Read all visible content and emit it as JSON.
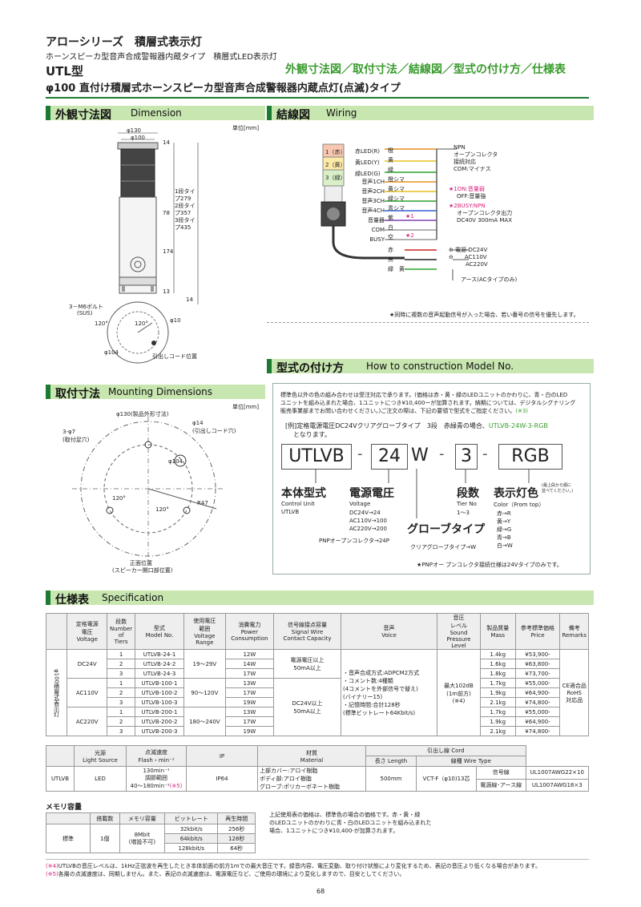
{
  "header": {
    "series": "アローシリーズ　積層式表示灯",
    "subtitle": "ホーンスピーカ型音声合成警報器内蔵タイプ　積層式LED表示灯",
    "type": "UTL型",
    "product": "φ100 直付け積層式ホーンスピーカ型音声合成警報器内蔵点灯(点滅)タイプ",
    "nav": "外観寸法図／取付寸法／結線図／型式の付け方／仕様表"
  },
  "sections": {
    "dimension": {
      "jp": "外観寸法図",
      "en": "Dimension"
    },
    "wiring": {
      "jp": "結線図",
      "en": "Wiring"
    },
    "mounting": {
      "jp": "取付寸法",
      "en": "Mounting Dimensions"
    },
    "model": {
      "jp": "型式の付け方",
      "en": "How to construction Model No."
    },
    "spec": {
      "jp": "仕様表",
      "en": "Specification"
    }
  },
  "dimension": {
    "unit": "単位[mm]",
    "d130": "φ130",
    "d100": "φ100",
    "h14": "14",
    "h78": "78",
    "h174": "174",
    "h13": "13",
    "h14b": "14",
    "heights": [
      "1段タイプ279",
      "2段タイプ357",
      "3段タイプ435"
    ],
    "bolt": "3－M6ボルト",
    "bolt_mat": "(SUS)",
    "a120": "120°",
    "a120b": "120°",
    "d10": "φ10",
    "d104": "φ104",
    "cord": "引出しコード位置"
  },
  "mounting": {
    "unit": "単位[mm]",
    "d130": "φ130(製品外形寸法)",
    "hole": "3-φ7",
    "hole_sub": "(取付足穴)",
    "d14": "φ14",
    "d14_sub": "(引出しコード穴)",
    "d104": "φ104",
    "r47": "R47",
    "a120": "120°",
    "a120b": "120°",
    "front": "正面位置",
    "front_sub": "(スピーカー開口部位置)"
  },
  "wiring": {
    "leds": [
      "赤LED(R)",
      "黄LED(Y)",
      "緑LED(G)"
    ],
    "tiers": [
      "1（赤）",
      "2（黄）",
      "3（緑）"
    ],
    "voice": [
      "音声1CH",
      "音声2CH",
      "音声3CH",
      "音声4CH",
      "音量器",
      "COM",
      "BUSY"
    ],
    "wires": [
      "橙",
      "黄",
      "緑",
      "橙シマ",
      "黄シマ",
      "緑シマ",
      "青シマ",
      "紫",
      "白",
      "空"
    ],
    "star1": "★1",
    "star2": "★2",
    "npn": [
      "NPN",
      "オープンコレクタ",
      "接続対応",
      "COM:マイナス"
    ],
    "note1": [
      "★1ON:音量弱",
      "OFF:音量強"
    ],
    "note2": [
      "★2BUSY:NPN",
      "オープンコレクタ出力",
      "DC40V 300mA MAX"
    ],
    "power_wires": [
      "赤",
      "黒",
      "緑　黄"
    ],
    "power": [
      "⊕ 電源 DC24V",
      "⊖　　AC110V",
      "　　　AC220V"
    ],
    "earth": "アース(ACタイプのみ)",
    "footnote": "★同時に複数の音声起動信号が入った場合、若い番号の信号を優先します。"
  },
  "model": {
    "intro": [
      "標準色以外の色の組み合わせは受注対応で承ります。(価格は赤・黄・緑のLEDユニットのかわりに、青・白のLED",
      "ユニットを組み込まれた場合、1ユニットにつき¥10,400ーが加算されます。納期については、デジタルシグナリング",
      "販売事業部までお問い合わせください。)ご注文の際は、下記の要領で型式をご指定ください。"
    ],
    "intro_ref": "(※3)",
    "example": "[例]定格電源電圧DC24Vクリアグローブタイプ　3段　赤緑青の場合、",
    "example_code": "UTLVB-24W-3-RGB",
    "example_end": "となります。",
    "codes": [
      "UTLVB",
      "24",
      "W",
      "3",
      "RGB"
    ],
    "dashes": [
      "-",
      "-",
      "-"
    ],
    "body": {
      "jp": "本体型式",
      "en": "Control Unit",
      "val": "UTLVB"
    },
    "voltage": {
      "jp": "電源電圧",
      "en": "Voltage",
      "vals": [
        "DC24V→24",
        "AC110V→100",
        "AC220V→200"
      ],
      "pnp": "PNPオープンコレクタ→24P"
    },
    "globe": {
      "jp": "グローブタイプ",
      "val": "クリアグローブタイプ→W"
    },
    "tier": {
      "jp": "段数",
      "en": "Tier No",
      "val": "1～3"
    },
    "color": {
      "jp": "表示灯色",
      "en": "Color（From top）",
      "note": [
        "(最上段から順に",
        "並べてください。)"
      ],
      "vals": [
        "赤→R",
        "黄→Y",
        "緑→G",
        "青→B",
        "白→W"
      ]
    },
    "pnp_note": "★PNPオー プンコレクタ接続仕様は24Vタイプのみです。"
  },
  "spec": {
    "headers": [
      [
        "定格電源",
        "電圧",
        "Voltage"
      ],
      [
        "段数",
        "Number",
        "of",
        "Tiers"
      ],
      [
        "型式",
        "",
        "Model No."
      ],
      [
        "使用電圧",
        "範囲",
        "Voltage",
        "Range"
      ],
      [
        "消費電力",
        "",
        "Power",
        "Consumption"
      ],
      [
        "信号線接点容量",
        "",
        "Signal Wire",
        "Contact Capacity"
      ],
      [
        "音声",
        "",
        "Voice"
      ],
      [
        "音圧",
        "レベル",
        "Sound",
        "Pressure",
        "Level"
      ],
      [
        "製品質量",
        "",
        "Mass"
      ],
      [
        "参考標準価格",
        "",
        "Price"
      ],
      [
        "備考",
        "",
        "Remarks"
      ]
    ],
    "side_label": "φ100積層式表示灯",
    "groups": [
      {
        "voltage": "DC24V",
        "range": "19～29V",
        "rows": [
          [
            "1",
            "UTLVB-24-1",
            "12W",
            "1.4kg",
            "¥53,900-"
          ],
          [
            "2",
            "UTLVB-24-2",
            "14W",
            "1.6kg",
            "¥63,800-"
          ],
          [
            "3",
            "UTLVB-24-3",
            "17W",
            "1.8kg",
            "¥73,700-"
          ]
        ]
      },
      {
        "voltage": "AC110V",
        "range": "90～120V",
        "rows": [
          [
            "1",
            "UTLVB-100-1",
            "13W",
            "1.7kg",
            "¥55,000-"
          ],
          [
            "2",
            "UTLVB-100-2",
            "17W",
            "1.9kg",
            "¥64,900-"
          ],
          [
            "3",
            "UTLVB-100-3",
            "19W",
            "2.1kg",
            "¥74,800-"
          ]
        ]
      },
      {
        "voltage": "AC220V",
        "range": "180～240V",
        "rows": [
          [
            "1",
            "UTLVB-200-1",
            "13W",
            "1.7kg",
            "¥55,000-"
          ],
          [
            "2",
            "UTLVB-200-2",
            "17W",
            "1.9kg",
            "¥64,900-"
          ],
          [
            "3",
            "UTLVB-200-3",
            "19W",
            "2.1kg",
            "¥74,800-"
          ]
        ]
      }
    ],
    "contact1": [
      "電源電圧以上",
      "50mA以上"
    ],
    "contact2": [
      "DC24V以上",
      "50mA以上"
    ],
    "voice": [
      "・音声合成方式:ADPCM2方式",
      "・コメント数:4種類",
      "(4コメントを外部信号で替え)",
      "(バイナリー15)",
      "・記憶時間:合計128秒",
      "(標準ビットレート64Kbit/s)"
    ],
    "sound": [
      "最大102dB",
      "(1m前方)",
      "(※4)"
    ],
    "remarks": [
      "CE適合品",
      "RoHS",
      "対応品"
    ]
  },
  "spec2": {
    "h_light": [
      "光源",
      "Light Source"
    ],
    "h_flash": [
      "点滅速度",
      "Flash・min⁻¹"
    ],
    "h_ip": "IP",
    "h_mat": [
      "材質",
      "Material"
    ],
    "h_cord": "引出し線 Cord",
    "h_len": "長さ Length",
    "h_wire": "線種 Wire Type",
    "model": "UTLVB",
    "light": "LED",
    "flash": [
      "130min⁻¹",
      "調節範囲",
      "40～180min⁻¹"
    ],
    "flash_ref": "(※5)",
    "ip": "IP64",
    "mat": [
      "上部カバー:アロイ樹脂",
      "ボディ部:アロイ樹脂",
      "グローブ:ポリカーボネート樹脂"
    ],
    "len": "500mm",
    "cord": "VCT-F（φ10)13芯",
    "wires": [
      [
        "信号線",
        "UL1007AWG22×10"
      ],
      [
        "電源線･アース線",
        "UL1007AWG18×3"
      ]
    ]
  },
  "memory": {
    "title": "メモリ容量",
    "headers": [
      "搭載数",
      "メモリ容量",
      "ビットレート",
      "再生時間"
    ],
    "row_label": "標準",
    "count": "1個",
    "capacity": [
      "8Mbit",
      "(増設不可)"
    ],
    "rates": [
      [
        "32kbit/s",
        "256秒"
      ],
      [
        "64kbit/s",
        "128秒"
      ],
      [
        "128kbit/s",
        "64秒"
      ]
    ],
    "note": [
      "上記使用表の価格は、標準色の場合の価格です。赤・黄・緑",
      "のLEDユニットのかわりに青・白のLEDユニットを組み込まれた",
      "場合、1ユニットにつき¥10,400-が加算されます。"
    ]
  },
  "footnotes": [
    [
      "(※4)",
      "UTLVBの音圧レベルは、1kHz正弦波を再生したとき本体前面の前方1mでの最大音圧です。録音内容、電圧変動、取り付け状態により変化するため、表記の音圧より低くなる場合があります。"
    ],
    [
      "(※5)",
      "各層の点滅速度は、同期しません。また、表記の点滅速度は、電源電圧など、ご使用の環境により変化しますので、目安としてください。"
    ]
  ],
  "page_number": "68",
  "colors": {
    "bar": "#c8e6b0",
    "accent": "#1d7a32",
    "green_text": "#3a9b2f",
    "pink": "#d6247a"
  }
}
